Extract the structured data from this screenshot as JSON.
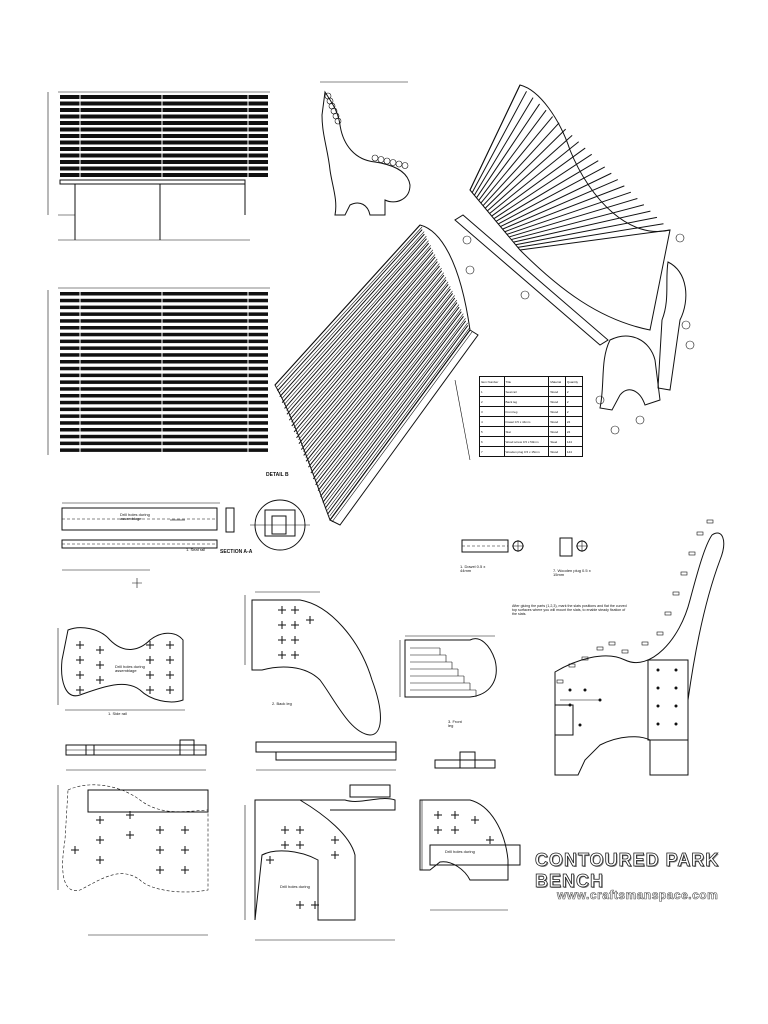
{
  "title": "CONTOURED PARK BENCH",
  "website": "www.craftsmanspace.com",
  "colors": {
    "ink": "#111111",
    "title_fill": "#ffffff",
    "title_outline": "#222222",
    "paper": "#ffffff"
  },
  "labels": {
    "detail_b": "DETAIL B",
    "section_aa": "SECTION A-A",
    "drill_holes": "Drill holes during assemblage",
    "drill_holes_short": "Drill holes during",
    "drill_holes_side": "Drill holes during assemblage",
    "drill_holes_front": "Drill holes during",
    "drill_holes_bottom": "Drill holes during",
    "part_seat_rail": "1. Seat rail",
    "part_side_rail": "1. Side rail",
    "part_back_leg": "2. Back leg",
    "part_front_leg": "3. Front leg",
    "part_dowel": "1. Dowel 0.5 x 44mm",
    "part_plug": "7. Wooden plug 0.5 x 15mm",
    "slats_note": "After gluing the parts (1,2,3), mark the slats positions and flat the curved top surfaces where you will mount the slats, to enable steady fixation of the slats."
  },
  "bom": {
    "headers": [
      "Item Number",
      "Title",
      "Material",
      "Quantity"
    ],
    "rows": [
      [
        "1",
        "Seat rail",
        "Wood",
        "2"
      ],
      [
        "2",
        "Back leg",
        "Wood",
        "2"
      ],
      [
        "3",
        "Front leg",
        "Wood",
        "2"
      ],
      [
        "4",
        "Dowel 0.5 x 44mm",
        "Wood",
        "24"
      ],
      [
        "5",
        "Slat",
        "Wood",
        "24"
      ],
      [
        "6",
        "Wood screw 0.5 x 50mm",
        "Steel",
        "144"
      ],
      [
        "7",
        "Wooden plug 0.5 x 15mm",
        "Wood",
        "144"
      ]
    ]
  },
  "icons": [
    "front-view-slats",
    "top-view-slats",
    "side-profile",
    "isometric-bench",
    "exploded-view",
    "part-drawings"
  ]
}
